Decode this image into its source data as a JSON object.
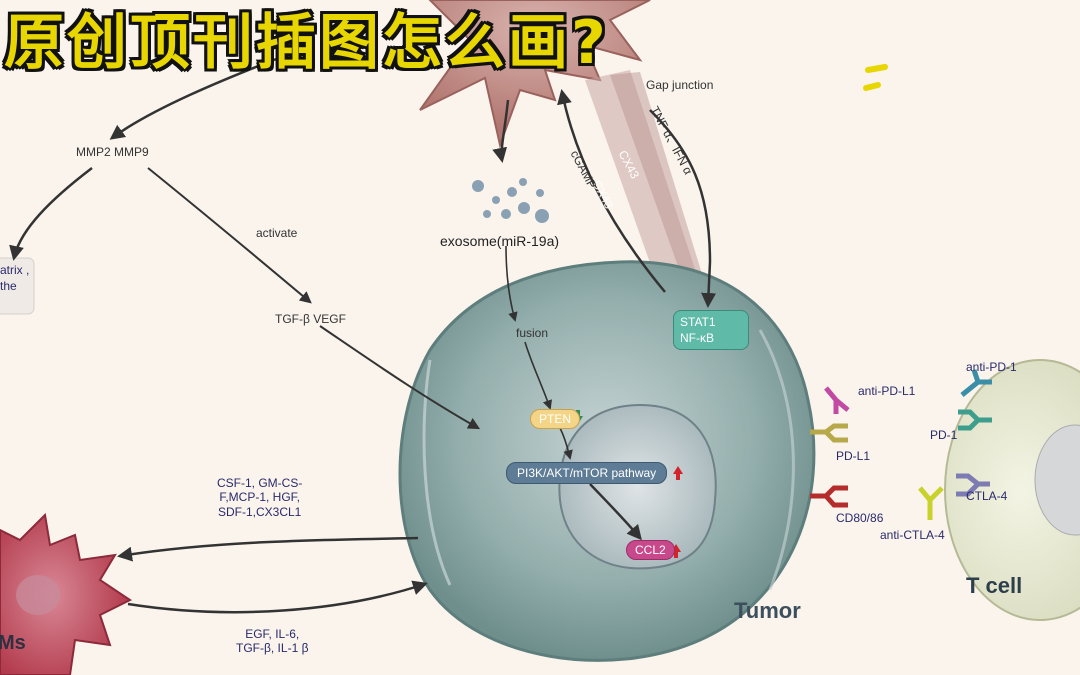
{
  "title": "原创顶刊插图怎么画?",
  "labels": {
    "gap_junction": "Gap junction",
    "tnf_ifn": "TNF α、IFN α",
    "cx43_a": "CX43",
    "cx43_b": "CX43",
    "cgamp": "cGAMP",
    "mmp": "MMP2 MMP9",
    "activate": "activate",
    "tgf_vegf": "TGF-β VEGF",
    "exosome": "exosome(miR-19a)",
    "fusion": "fusion",
    "pten": "PTEN",
    "pi3k": "PI3K/AKT/mTOR pathway",
    "ccl2": "CCL2",
    "stat_line1": "STAT1",
    "stat_line2": "NF-κB",
    "cytokines_out_1": "CSF-1, GM-CS-",
    "cytokines_out_2": "F,MCP-1, HGF,",
    "cytokines_out_3": "SDF-1,CX3CL1",
    "cytokines_in_1": "EGF, IL-6,",
    "cytokines_in_2": "TGF-β,   IL-1 β",
    "matrix_line1": "atrix ,",
    "matrix_line2": "the",
    "anti_pdl1": "anti-PD-L1",
    "pdl1": "PD-L1",
    "cd80": "CD80/86",
    "anti_pd1": "anti-PD-1",
    "pd1": "PD-1",
    "ctla4": "CTLA-4",
    "anti_ctla4": "anti-CTLA-4",
    "tumor": "Tumor",
    "tcell": "T  cell",
    "ms": "Ms"
  },
  "colors": {
    "background": "#faf4ed",
    "title_fill": "#e8d600",
    "tumor_cell": "#8faaa8",
    "nucleus": "#b5c4c8",
    "dc_cell": "#c89590",
    "macrophage": "#c0505e",
    "tcell": "#e6e8cf",
    "arrow": "#3a3a3a"
  }
}
